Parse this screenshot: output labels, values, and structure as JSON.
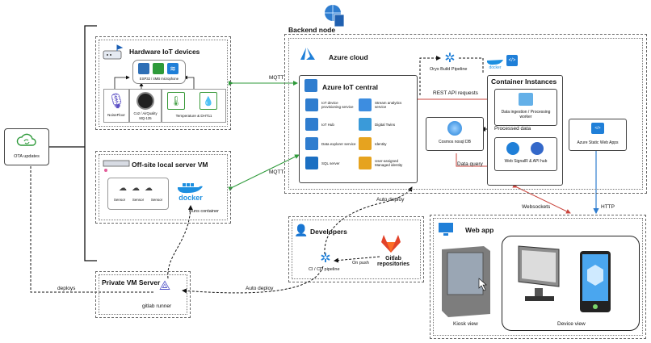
{
  "backend_node": {
    "title": "Backend node"
  },
  "azure_cloud": {
    "title": "Azure cloud"
  },
  "iot_central": {
    "title": "Azure IoT central",
    "items": [
      {
        "label": "IoT device provisioning service",
        "icon": "provisioning-icon",
        "color": "#2f7dcf"
      },
      {
        "label": "Stream analytics service",
        "icon": "gears-icon",
        "color": "#3d8de0"
      },
      {
        "label": "IoT Hub",
        "icon": "iot-hub-icon",
        "color": "#2f7dcf"
      },
      {
        "label": "Digital Twins",
        "icon": "digital-twins-icon",
        "color": "#3a9ad9"
      },
      {
        "label": "Data explorer service",
        "icon": "data-explorer-icon",
        "color": "#2f7dcf"
      },
      {
        "label": "Identity",
        "icon": "identity-icon",
        "color": "#e6a31f"
      },
      {
        "label": "SQL server",
        "icon": "sql-icon",
        "color": "#1b6fc2"
      },
      {
        "label": "User-assigned Managed identity",
        "icon": "managed-identity-icon",
        "color": "#e6a31f"
      }
    ]
  },
  "container_instances": {
    "title": "Container Instances",
    "data_ingestion": "Data ingestion / Processing worker",
    "signalr": "Web SignalR  &  API hub",
    "docker_label": "docker"
  },
  "oryx": {
    "label": "Oryx Build Pipeline"
  },
  "cosmos": {
    "label": "Cosmos nosql DB"
  },
  "static_web": {
    "label": "Azure Static Web Apps"
  },
  "edges": {
    "mqtt_top": "MQTT",
    "mqtt_mid": "MQTT",
    "rest_api": "REST API requests",
    "processed_data": "Processed data",
    "data_query": "Data query",
    "websockets": "Websockets",
    "http": "HTTP",
    "auto_deploy_top": "Auto deploy",
    "auto_deploy_bottom": "Auto deploy",
    "deploys": "deploys",
    "runs_container": "Runs container",
    "on_push": "On push"
  },
  "hardware": {
    "title": "Hardware IoT devices",
    "esp32": "ESP32 / 4MB microphone",
    "noise": "NoiseFloor",
    "co2": "Co2 / AirQuality MQ-135",
    "temp": "Temperature & DHT11"
  },
  "offsite": {
    "title": "Off-site local server VM",
    "sensors": [
      "Sensor",
      "Sensor",
      "Sensor"
    ],
    "docker_label": "docker"
  },
  "ota": {
    "label": "OTA updates"
  },
  "developers": {
    "title": "Developers",
    "gitlab": "Gitlab repositories",
    "cicd": "CI / CD pipeline"
  },
  "private_vm": {
    "title": "Private VM Server",
    "runner": "gitlab runner"
  },
  "webapp": {
    "title": "Web app",
    "kiosk": "Kiosk view",
    "device": "Device view"
  }
}
